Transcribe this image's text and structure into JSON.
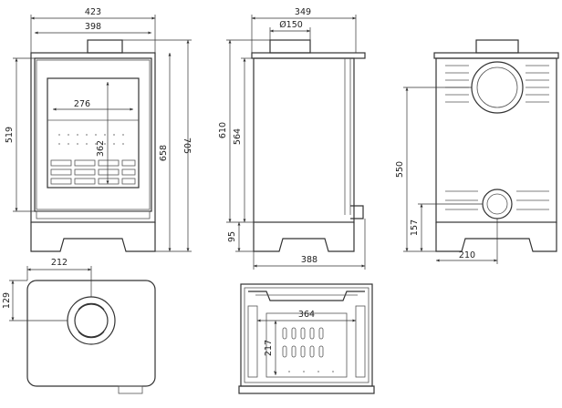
{
  "front": {
    "w423": "423",
    "w398": "398",
    "w276": "276",
    "w362": "362",
    "h519": "519",
    "h658": "658",
    "h705": "705"
  },
  "side": {
    "w349": "349",
    "d150": "Ø150",
    "h610": "610",
    "h564": "564",
    "h95": "95",
    "w388": "388"
  },
  "back": {
    "h550": "550",
    "h157": "157",
    "w210": "210"
  },
  "top": {
    "w212": "212",
    "h129": "129"
  },
  "section": {
    "w364": "364",
    "h217": "217"
  }
}
